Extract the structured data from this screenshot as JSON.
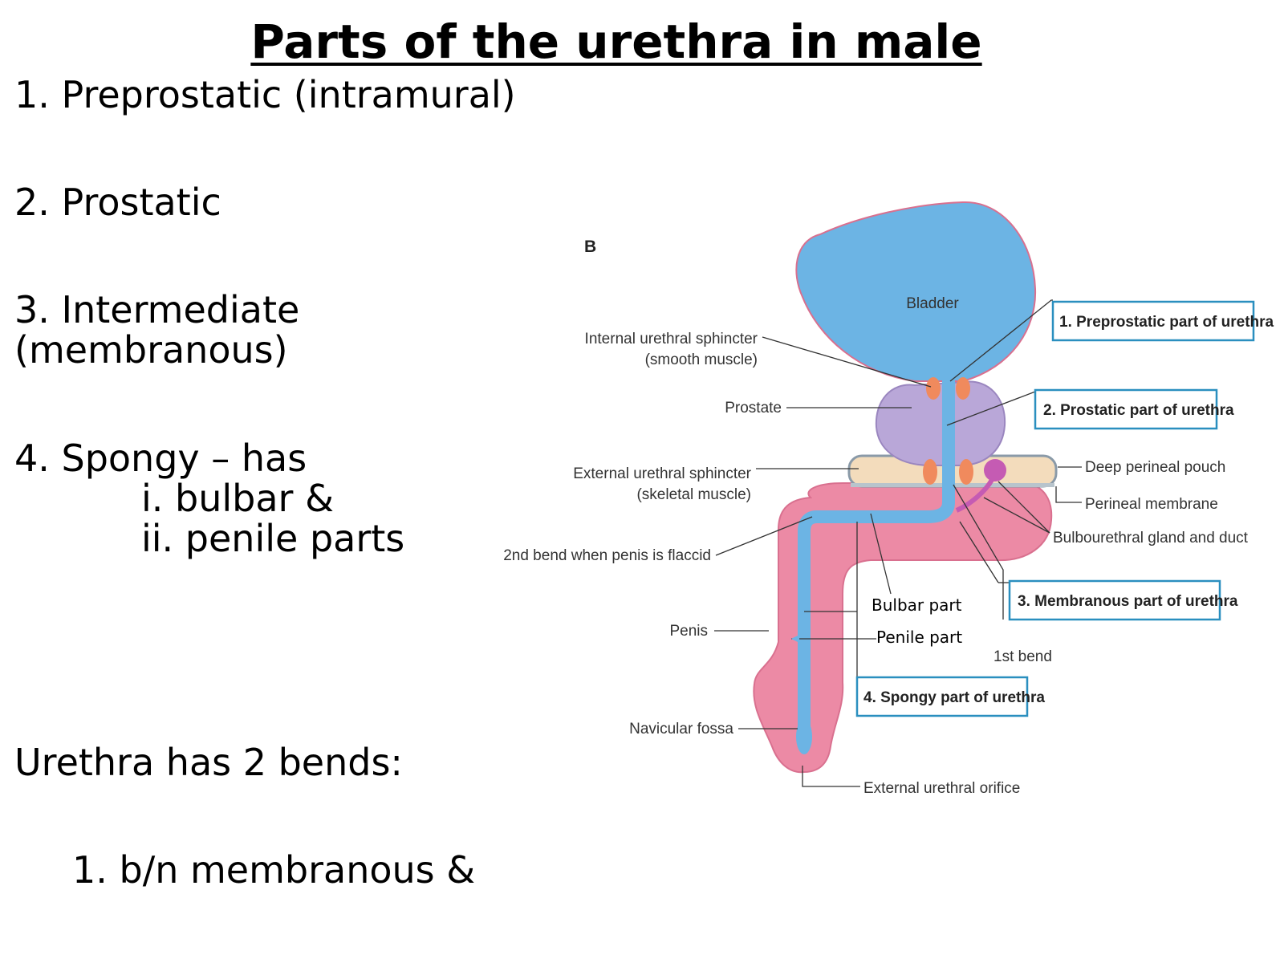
{
  "title": "Parts of the urethra in male",
  "list": {
    "item1": "1. Preprostatic (intramural)",
    "item2": "2. Prostatic",
    "item3_line1": "3. Intermediate",
    "item3_line2": "(membranous)",
    "item4": "4. Spongy – has",
    "item4_sub1": "i.  bulbar &",
    "item4_sub2": "ii. penile parts"
  },
  "bends": {
    "heading": "Urethra has 2 bends:",
    "bend1": "1. b/n membranous &"
  },
  "diagram": {
    "panel_letter": "B",
    "labels": {
      "bladder": "Bladder",
      "internal_sphincter": "Internal urethral sphincter",
      "internal_sphincter_sub": "(smooth muscle)",
      "prostate": "Prostate",
      "external_sphincter": "External urethral sphincter",
      "external_sphincter_sub": "(skeletal muscle)",
      "second_bend": "2nd bend when penis is flaccid",
      "penis": "Penis",
      "navicular_fossa": "Navicular fossa",
      "external_orifice": "External urethral orifice",
      "deep_perineal_pouch": "Deep perineal pouch",
      "perineal_membrane": "Perineal membrane",
      "bulbourethral": "Bulbourethral gland and duct",
      "first_bend": "1st bend",
      "bulbar_part": "Bulbar part",
      "penile_part": "Penile part"
    },
    "boxes": {
      "preprostatic": "1. Preprostatic part of urethra",
      "prostatic": "2. Prostatic part of urethra",
      "membranous": "3. Membranous part of urethra",
      "spongy": "4. Spongy part of urethra"
    },
    "colors": {
      "bladder": "#6cb4e4",
      "prostate": "#b9a7d8",
      "penis": "#ec8aa5",
      "membrane": "#f3dcbc",
      "sphincter": "#f08a5d",
      "box_border": "#2a8fbf"
    }
  }
}
